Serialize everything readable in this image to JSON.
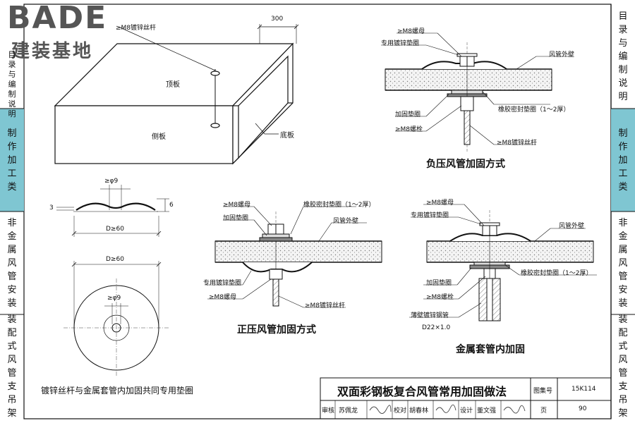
{
  "brand": {
    "logo": "BADE",
    "subtitle": "建装基地"
  },
  "left_tabs": [
    {
      "label": "目录与编制说明"
    },
    {
      "label": "制作加工类"
    },
    {
      "label": "非金属风管安装"
    },
    {
      "label": "装配式风管支吊架"
    }
  ],
  "right_tabs": [
    {
      "label": "目录与编制说明"
    },
    {
      "label": "制作加工类"
    },
    {
      "label": "非金属风管安装"
    },
    {
      "label": "装配式风管支吊架"
    }
  ],
  "duct_3d": {
    "dim": "300",
    "rod": "≥M8镀锌丝杆",
    "top": "顶板",
    "side": "侧板",
    "bottom": "底板"
  },
  "washer": {
    "hole": "≥φ9",
    "thick": "3",
    "height": "6",
    "diameter": "D≥60",
    "caption": "镀锌丝杆与金属套管内加固共同专用垫圈"
  },
  "negative": {
    "nut": "≥M8螺母",
    "washer": "专用镀锌垫圈",
    "wall": "风管外壁",
    "reinforce": "加固垫圈",
    "seal": "橡胶密封垫圈（1～2厚）",
    "bolt": "≥M8螺栓",
    "rod": "≥M8镀锌丝杆",
    "caption": "负压风管加固方式"
  },
  "positive": {
    "nut_top": "≥M8螺母",
    "reinforce": "加固垫圈",
    "seal": "橡胶密封垫圈（1～2厚）",
    "wall": "风管外壁",
    "washer": "专用镀锌垫圈",
    "nut_bottom": "≥M8螺母",
    "rod": "≥M8镀锌丝杆",
    "caption": "正压风管加固方式"
  },
  "sleeve": {
    "nut": "≥M8螺母",
    "washer": "专用镀锌垫圈",
    "wall": "风管外壁",
    "seal": "橡胶密封垫圈（1～2厚）",
    "reinforce": "加固垫圈",
    "bolt": "≥M8螺栓",
    "pipe": "薄壁镀锌钢管",
    "pipe_size": "D22×1.0",
    "caption": "金属套管内加固"
  },
  "title_block": {
    "title": "双面彩钢板复合风管常用加固做法",
    "atlas_label": "图集号",
    "atlas_no": "15K114",
    "review_label": "审核",
    "reviewer": "苏佩龙",
    "check_label": "校对",
    "checker": "胡春林",
    "design_label": "设计",
    "designer": "董文强",
    "page_label": "页",
    "page_no": "90"
  }
}
